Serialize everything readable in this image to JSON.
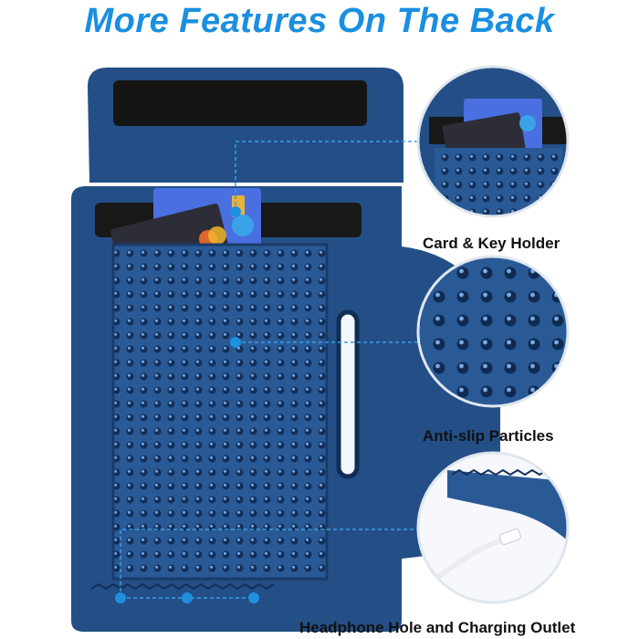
{
  "headline": "More Features On The Back",
  "features": {
    "card_key_holder": "Card & Key Holder",
    "anti_slip": "Anti-slip Particles",
    "headphone_charging": "Headphone Hole and Charging Outlet"
  },
  "colors": {
    "title": "#1a8fe0",
    "fabric": "#234f86",
    "fabric_dark": "#1b3f6e",
    "accent_dot": "#1f8fe0",
    "leader_line": "#3aa0e8"
  },
  "icons": [
    "card-icon",
    "bead-pattern-icon",
    "usb-cable-icon"
  ]
}
